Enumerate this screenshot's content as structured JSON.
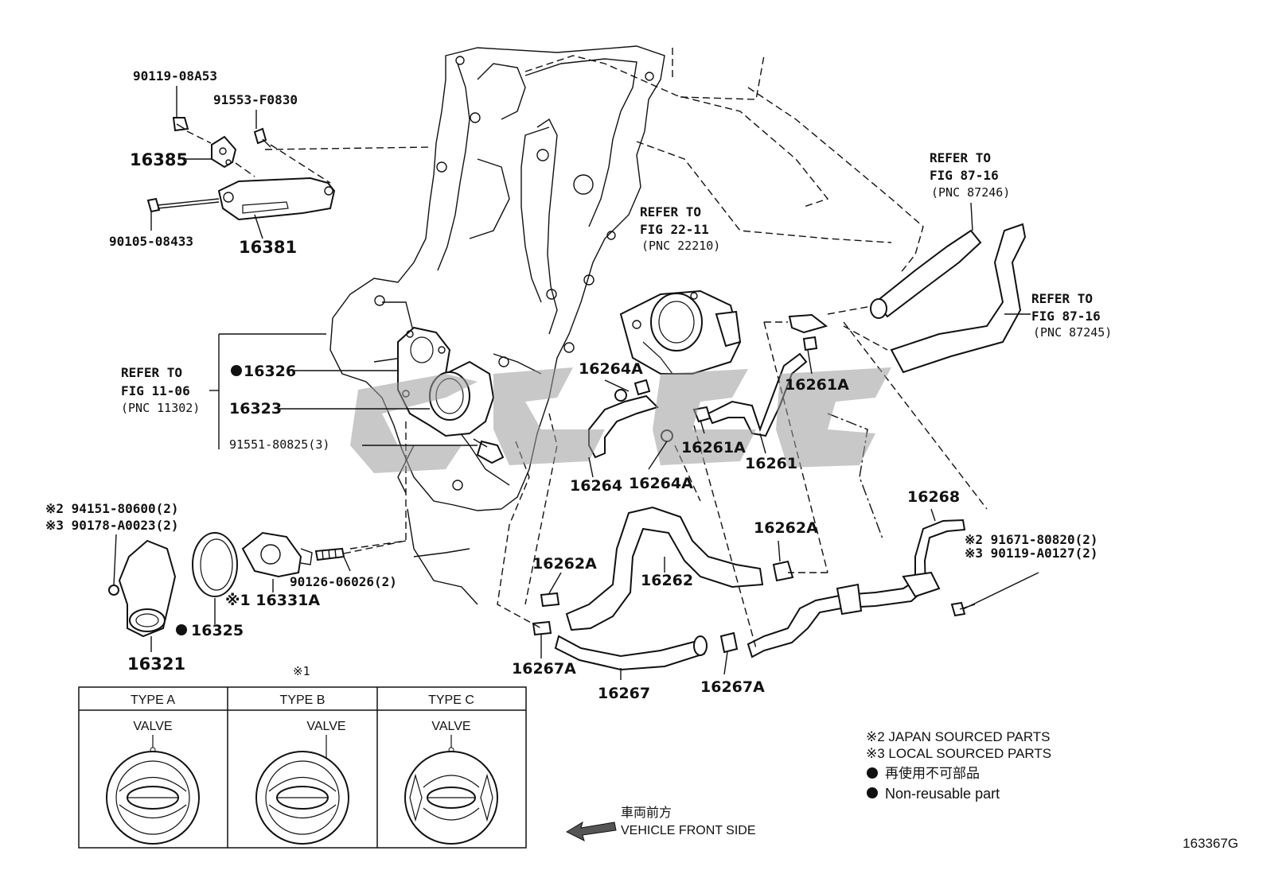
{
  "labels": {
    "p_90119_08A53": "90119-08A53",
    "p_91553_F0830": "91553-F0830",
    "p_16385": "16385",
    "p_90105_08433": "90105-08433",
    "p_16381": "16381",
    "refer_1106_a": "REFER TO",
    "refer_1106_b": "FIG 11-06",
    "refer_1106_c": "(PNC 11302)",
    "p_16326": "16326",
    "p_16323": "16323",
    "p_91551": "91551-80825(3)",
    "refer_2211_a": "REFER TO",
    "refer_2211_b": "FIG 22-11",
    "refer_2211_c": "(PNC 22210)",
    "refer_8716a_a": "REFER TO",
    "refer_8716a_b": "FIG 87-16",
    "refer_8716a_c": "(PNC 87246)",
    "refer_8716b_a": "REFER TO",
    "refer_8716b_b": "FIG 87-16",
    "refer_8716b_c": "(PNC 87245)",
    "p_16264A_1": "16264A",
    "p_16264": "16264",
    "p_16264A_2": "16264A",
    "p_16261A_1": "16261A",
    "p_16261A_2": "16261A",
    "p_16261": "16261",
    "p_16268": "16268",
    "p_91671": "※2 91671-80820(2)",
    "p_90119_A0127": "※3 90119-A0127(2)",
    "p_16262A_1": "16262A",
    "p_16262A_2": "16262A",
    "p_16262": "16262",
    "p_16267A_1": "16267A",
    "p_16267A_2": "16267A",
    "p_16267": "16267",
    "p_94151": "※2 94151-80600(2)",
    "p_90178": "※3 90178-A0023(2)",
    "p_90126": "90126-06026(2)",
    "p_16331A": "※1 16331A",
    "p_16325": "16325",
    "p_16321": "16321"
  },
  "type_table": {
    "ref_mark": "※1",
    "columns": [
      {
        "header": "TYPE A",
        "label": "VALVE"
      },
      {
        "header": "TYPE B",
        "label": "VALVE"
      },
      {
        "header": "TYPE C",
        "label": "VALVE"
      }
    ]
  },
  "legend": {
    "japan": "※2 JAPAN SOURCED PARTS",
    "local": "※3 LOCAL SOURCED PARTS",
    "nonreuse_jp": "再使用不可部品",
    "nonreuse_en": "Non-reusable part"
  },
  "direction": {
    "jp": "車両前方",
    "en": "VEHICLE FRONT SIDE"
  },
  "figure_id": "163367G"
}
